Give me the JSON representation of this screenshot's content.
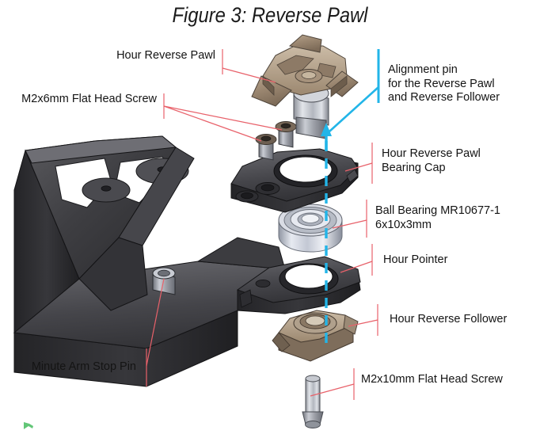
{
  "figure": {
    "title": "Figure 3: Reverse Pawl",
    "background": "#ffffff"
  },
  "colors": {
    "leader_red": "#e8616a",
    "leader_cyan": "#22b5e8",
    "text": "#141414",
    "part_dark": "#3a3a3c",
    "part_tan": "#9b8570",
    "part_steel": "#b9bcc4",
    "cursor_green": "#2db34a"
  },
  "labels": {
    "hour_reverse_pawl": "Hour Reverse Pawl",
    "m2x6_screw": "M2x6mm Flat Head Screw",
    "alignment_pin_line1": "Alignment pin",
    "alignment_pin_line2": "for the Reverse Pawl",
    "alignment_pin_line3": "and Reverse Follower",
    "bearing_cap_line1": "Hour Reverse Pawl",
    "bearing_cap_line2": "Bearing Cap",
    "ball_bearing_line1": "Ball Bearing MR10677-1",
    "ball_bearing_line2": "6x10x3mm",
    "hour_pointer": "Hour Pointer",
    "hour_reverse_follower": "Hour Reverse Follower",
    "m2x10_screw": "M2x10mm Flat Head Screw",
    "minute_arm_stop_pin": "Minute Arm Stop Pin"
  },
  "parts": {
    "pawl": "hour-reverse-pawl-part",
    "screw_small_a": "m2x6-screw-part-a",
    "screw_small_b": "m2x6-screw-part-b",
    "bearing_cap": "bearing-cap-part",
    "ball_bearing": "ball-bearing-part",
    "hour_pointer": "hour-pointer-part",
    "follower": "hour-reverse-follower-part",
    "long_screw": "m2x10-screw-part",
    "bracket": "main-bracket-part",
    "stop_pin": "minute-arm-stop-pin-part"
  },
  "annotations": {
    "centerline": "alignment-axis-dashed-line",
    "centerline_style": "dashed-cyan-vertical"
  }
}
